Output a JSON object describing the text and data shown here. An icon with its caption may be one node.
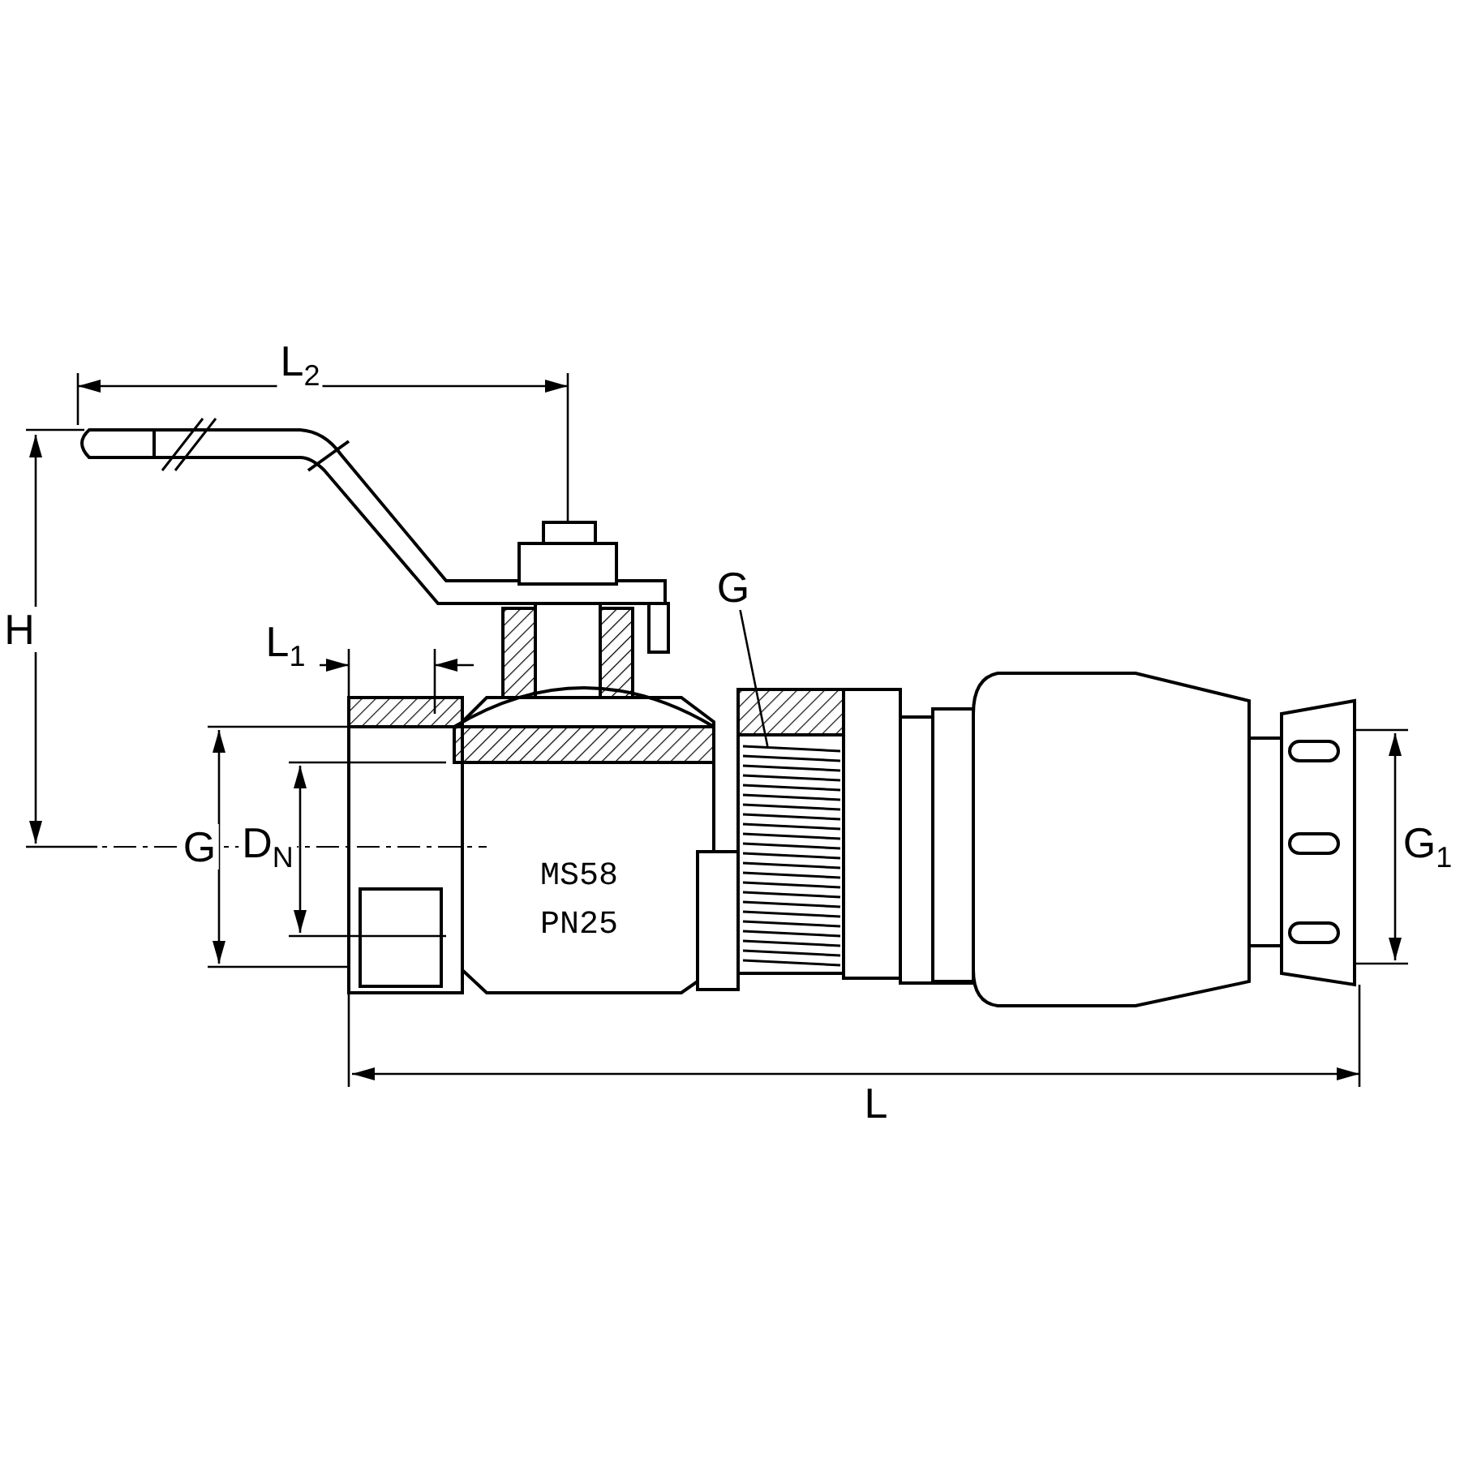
{
  "diagram": {
    "nodes": [
      {
        "text": [
          "G"
        ]
      },
      {
        "text": [],
        "shape": "picture"
      }
    ],
    "edges": [
      {
        "from": 0,
        "to": 1,
        "arrow": "none"
      }
    ],
    "labels": [
      "L$_{2}$",
      "H",
      "L$_{1}$",
      "G",
      "D$_{N}$",
      "MS58",
      "PN25",
      "G$_{1}$",
      "L"
    ]
  }
}
